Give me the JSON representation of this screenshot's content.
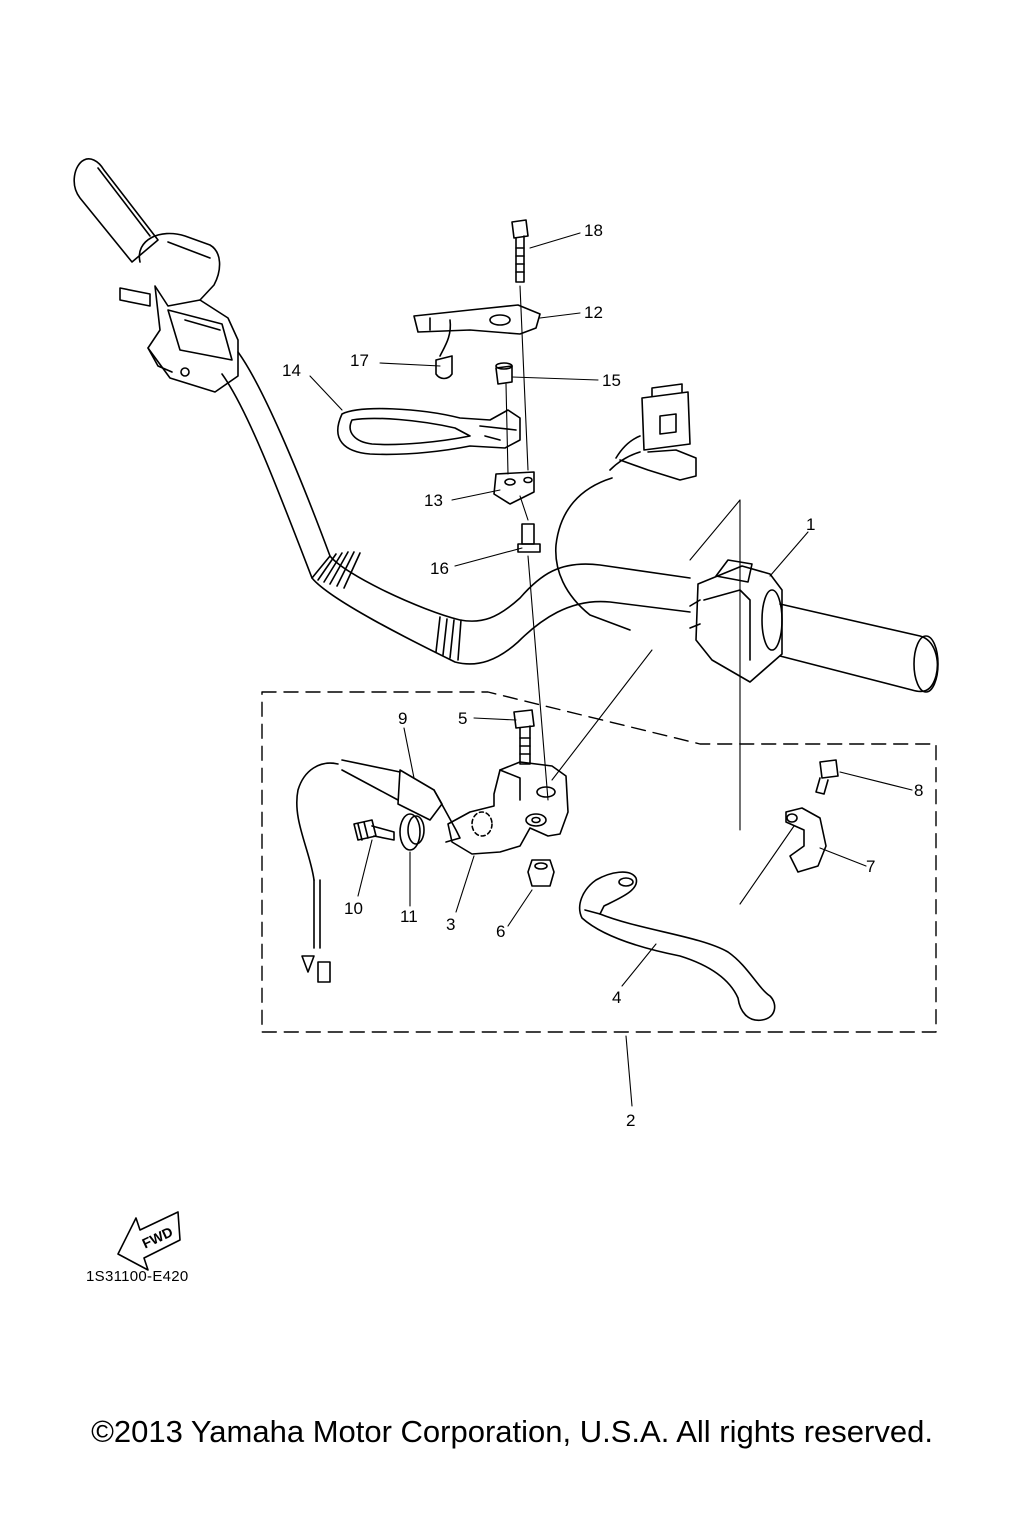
{
  "callouts": [
    {
      "id": "18",
      "text": "18"
    },
    {
      "id": "12",
      "text": "12"
    },
    {
      "id": "17",
      "text": "17"
    },
    {
      "id": "15",
      "text": "15"
    },
    {
      "id": "14",
      "text": "14"
    },
    {
      "id": "13",
      "text": "13"
    },
    {
      "id": "1",
      "text": "1"
    },
    {
      "id": "16",
      "text": "16"
    },
    {
      "id": "9",
      "text": "9"
    },
    {
      "id": "5",
      "text": "5"
    },
    {
      "id": "8",
      "text": "8"
    },
    {
      "id": "7",
      "text": "7"
    },
    {
      "id": "10",
      "text": "10"
    },
    {
      "id": "11",
      "text": "11"
    },
    {
      "id": "3",
      "text": "3"
    },
    {
      "id": "6",
      "text": "6"
    },
    {
      "id": "4",
      "text": "4"
    },
    {
      "id": "2",
      "text": "2"
    }
  ],
  "fwd_label": "FWD",
  "diagram_code": "1S31100-E420",
  "copyright": "©2013 Yamaha Motor Corporation, U.S.A. All rights reserved."
}
